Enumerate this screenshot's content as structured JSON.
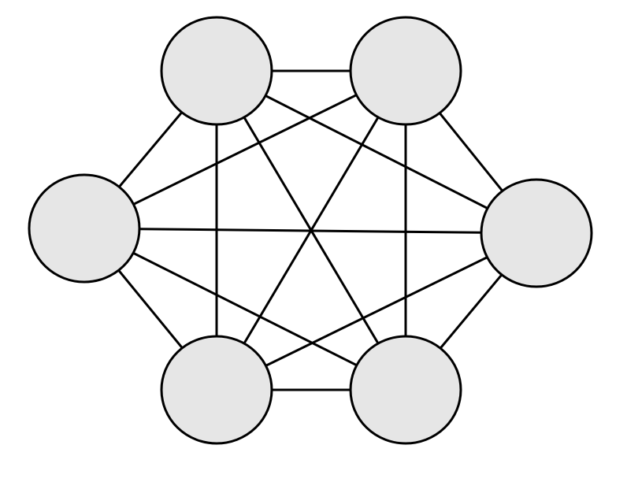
{
  "diagram": {
    "type": "complete-graph",
    "colors": {
      "background": "#ffffff",
      "node_fill": "#e6e6e6",
      "stroke": "#000000"
    },
    "nodes": [
      {
        "id": "n1",
        "label": ""
      },
      {
        "id": "n2",
        "label": ""
      },
      {
        "id": "n3",
        "label": ""
      },
      {
        "id": "n4",
        "label": ""
      },
      {
        "id": "n5",
        "label": ""
      },
      {
        "id": "n6",
        "label": ""
      }
    ],
    "edges": [
      [
        "n1",
        "n2"
      ],
      [
        "n1",
        "n3"
      ],
      [
        "n1",
        "n4"
      ],
      [
        "n1",
        "n5"
      ],
      [
        "n1",
        "n6"
      ],
      [
        "n2",
        "n3"
      ],
      [
        "n2",
        "n4"
      ],
      [
        "n2",
        "n5"
      ],
      [
        "n2",
        "n6"
      ],
      [
        "n3",
        "n4"
      ],
      [
        "n3",
        "n5"
      ],
      [
        "n3",
        "n6"
      ],
      [
        "n4",
        "n5"
      ],
      [
        "n4",
        "n6"
      ],
      [
        "n5",
        "n6"
      ]
    ]
  }
}
